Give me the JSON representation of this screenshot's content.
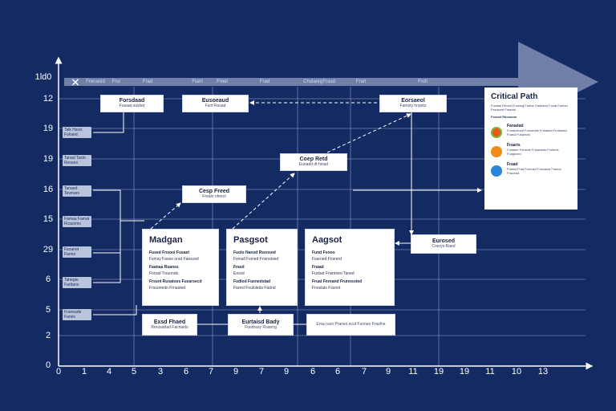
{
  "y_axis": {
    "top_label": "1ld0",
    "labels": [
      "12",
      "19",
      "19",
      "16",
      "15",
      "29",
      "6",
      "5",
      "2",
      "0"
    ]
  },
  "x_axis": {
    "labels": [
      "1",
      "4",
      "5",
      "3",
      "6",
      "7",
      "9",
      "7",
      "9",
      "6",
      "6",
      "7",
      "9",
      "11",
      "19",
      "19",
      "11",
      "10",
      "13"
    ]
  },
  "header": {
    "cells": [
      "Frenanid",
      "Frsr",
      "Frad",
      "Ftanl",
      "Freel",
      "Frad",
      "Cholanig",
      "Frasd",
      "Frarl",
      "Froll"
    ]
  },
  "left_tags": [
    "Talk Hssis Fokaed",
    "Tanad Tasto Resans",
    "Tanaed Tesmars",
    "Famaa Famat Rcasoms",
    "Fsoanot Famrs",
    "Tahepte Fardans",
    "Franeade Fanes"
  ],
  "boxes": {
    "b1": {
      "title": "Forsdaad",
      "sub": "Fusaat ouidsd"
    },
    "b2": {
      "title": "Eusoeaud",
      "sub": "Furit Rsuad"
    },
    "b3": {
      "title": "Eorsaeol",
      "sub": "Famsty hrqisto"
    },
    "b4": {
      "title": "Coep Retd",
      "sub": "Eunadd dt hniad"
    },
    "b5": {
      "title": "Cesp Freed",
      "sub": "Frealo nhrect"
    },
    "b6": {
      "title": "Eurosed",
      "sub": "Coerys Raed"
    },
    "b7": {
      "title": "Exsd Fhaed",
      "sub": "Rerusadad Facnaids"
    },
    "b8": {
      "title": "Eurtaisd Bady",
      "sub": "Fuodrasy Roanng"
    },
    "b9": {
      "text": "Ersa ruon Pranes ecut Fsonen Frasfne"
    }
  },
  "panels": {
    "p1": {
      "title": "Madgan",
      "lines": [
        "Fused Fnsool Fusaet",
        "Fsmsy Faseo orsd Faesced",
        "Faanaa Ruanss",
        "Fnrsat Trsuonds",
        "Frsunl Rusatoes Fusarsecd",
        "Frsuonedn Frnasted"
      ]
    },
    "p2": {
      "title": "Pasgsot",
      "lines": [
        "Fuolo Nansd Rsonsed",
        "Fsmall Fsmed Fnsnotsed",
        "Frasd",
        "Esvsd",
        "Fudlod Fuenedstad",
        "Faresl Fouloleds Fadnd"
      ]
    },
    "p3": {
      "title": "Aagsot",
      "lines": [
        "Fund Fsnoo",
        "Fsarned Fnsrerd",
        "Fnaad",
        "Furtset Fnsntneo Taned",
        "Frual Fnrnand Frunnssted",
        "Fnoslats Fssnot"
      ]
    }
  },
  "legend": {
    "title": "Critical Path",
    "desc": "Fuctaal Recad Fnosing Famsc Fadaeed Fucat Famsd Fesdcest Frasetd",
    "section": "Fsonat Raosaoar",
    "items": [
      {
        "name": "Fanadad",
        "desc": "Furstcelned Fnrsotdhs Fnetadat Fnrbadsd Fnasd Fusarsed",
        "color": "#e55a1a"
      },
      {
        "name": "Fraaris",
        "desc": "Fosatne Fnrisots Fusacieds Fnrlieds Fuagsced",
        "color": "#f08a1a"
      },
      {
        "name": "Fraad",
        "desc": "Fnlasd Fnat Fnrnnsd Fnsnaosi Fnsnot Fnsonsd",
        "color": "#2a86d8"
      }
    ]
  },
  "colors": {
    "background": "#142a63",
    "grid": "#aab6d4",
    "axis": "#ffffff",
    "box": "#ffffff"
  }
}
